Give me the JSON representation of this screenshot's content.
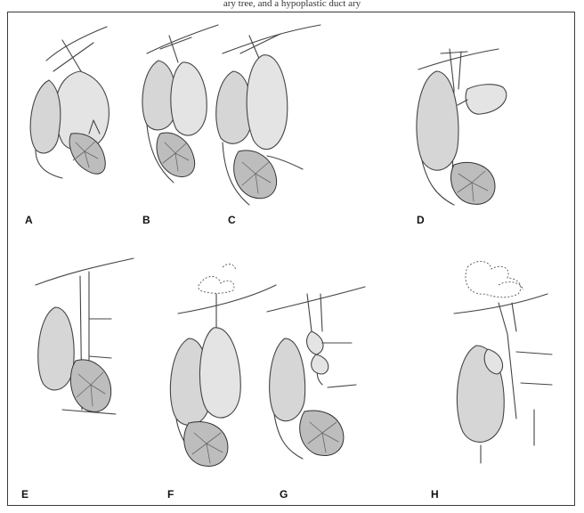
{
  "caption": "ary tree, and a hypoplastic duct ary",
  "panels": [
    {
      "key": "A",
      "label": "A"
    },
    {
      "key": "B",
      "label": "B"
    },
    {
      "key": "C",
      "label": "C"
    },
    {
      "key": "D",
      "label": "D"
    },
    {
      "key": "E",
      "label": "E"
    },
    {
      "key": "F",
      "label": "F"
    },
    {
      "key": "G",
      "label": "G"
    },
    {
      "key": "H",
      "label": "H"
    }
  ]
}
